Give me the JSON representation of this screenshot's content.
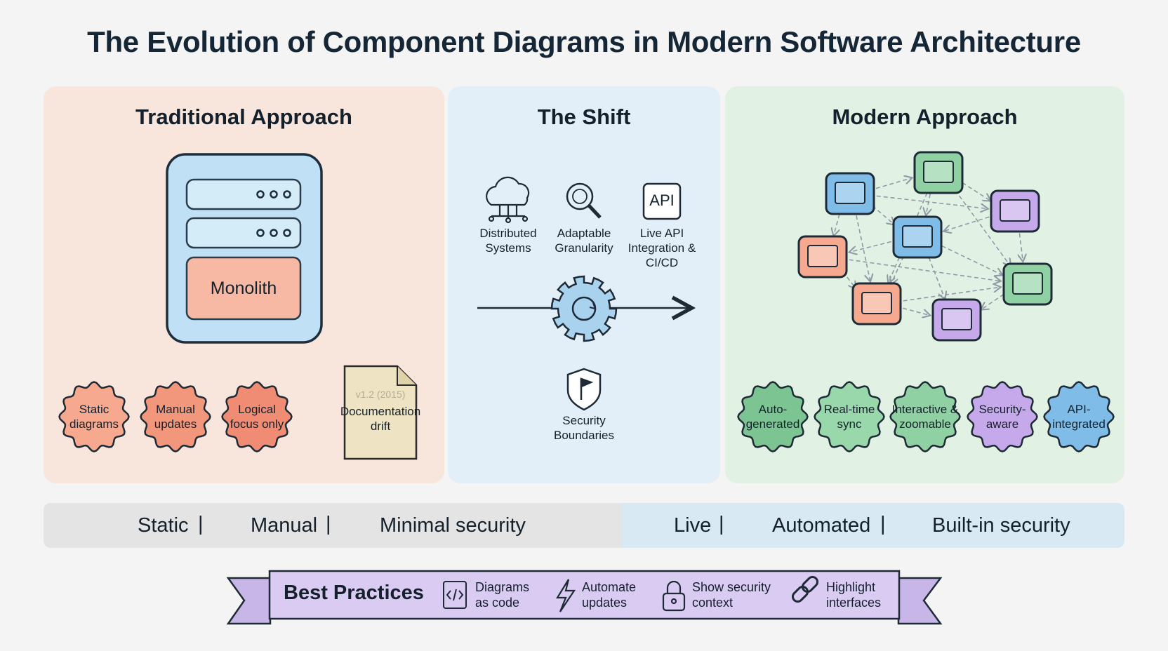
{
  "title": "The Evolution of Component Diagrams in Modern Software Architecture",
  "panels": {
    "traditional": {
      "title": "Traditional Approach",
      "monolith_label": "Monolith",
      "badges": [
        "Static diagrams",
        "Manual updates",
        "Logical focus only"
      ],
      "doc_version": "v1.2 (2015)",
      "doc_label": "Documentation drift"
    },
    "shift": {
      "title": "The Shift",
      "items": [
        {
          "label": "Distributed Systems",
          "icon": "cloud-network-icon"
        },
        {
          "label": "Adaptable Granularity",
          "icon": "magnifier-icon"
        },
        {
          "label": "Live API Integration & CI/CD",
          "icon": "api-icon",
          "icon_text": "API"
        }
      ],
      "security_label": "Security Boundaries"
    },
    "modern": {
      "title": "Modern Approach",
      "badges": [
        "Auto-generated",
        "Real-time sync",
        "Interactive & zoomable",
        "Security-aware",
        "API-integrated"
      ]
    }
  },
  "comparison_bar": {
    "left": [
      "Static",
      "Manual",
      "Minimal security"
    ],
    "right": [
      "Live",
      "Automated",
      "Built-in security"
    ],
    "separator": "|"
  },
  "best_practices": {
    "title": "Best Practices",
    "items": [
      "Diagrams as code",
      "Automate updates",
      "Show security context",
      "Highlight interfaces"
    ]
  },
  "colors": {
    "traditional_bg": "#f8e6dd",
    "shift_bg": "#e3eff8",
    "modern_bg": "#e1f2e4",
    "salmon": "#f6a98e",
    "green": "#8fd1a2",
    "purple": "#c6a9ea",
    "blue": "#7fbde8",
    "ribbon": "#d6c6ef"
  }
}
